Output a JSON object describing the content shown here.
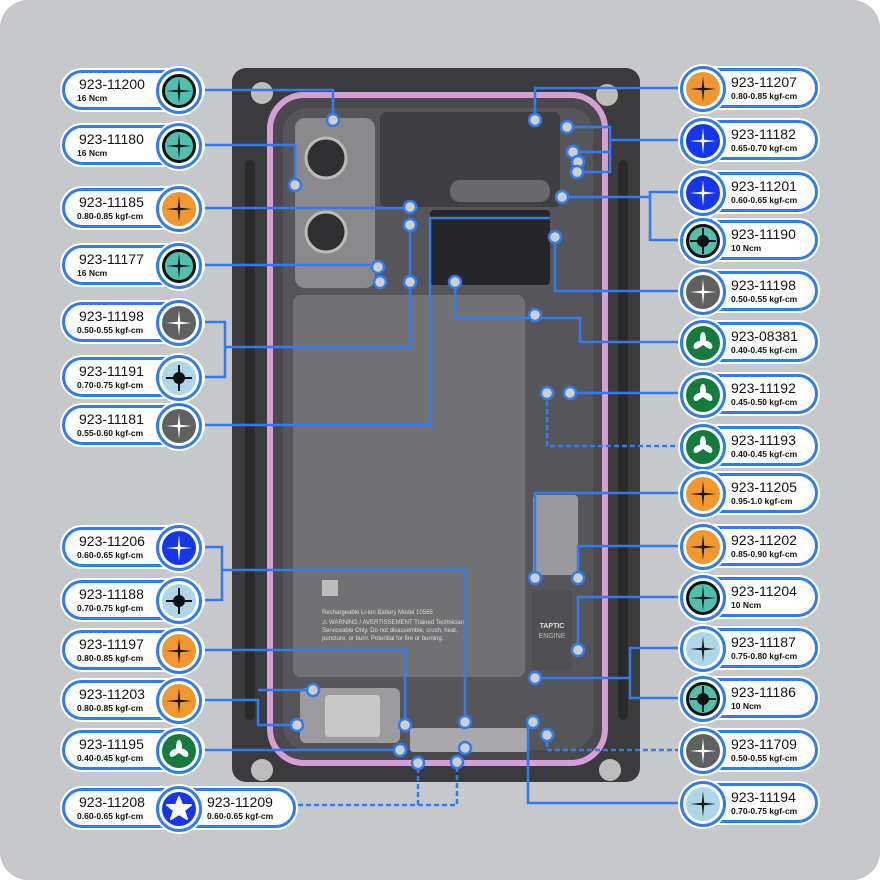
{
  "colors": {
    "teal": "#4fc0ad",
    "orange": "#f0972f",
    "blue": "#1636ee",
    "gray": "#5f6061",
    "lightblue": "#aed6e8",
    "green": "#147b3d",
    "accent": "#2f7cf2"
  },
  "battery": {
    "line1": "Rechargeable Li-ion Battery  Model 10565",
    "line2": "⚠ WARNING / AVERTISSEMENT  Trained Technician",
    "line3": "Serviceable Only. Do not disassemble, crush, heat,",
    "line4": "puncture, or burn. Potential for fire or burning."
  },
  "taptic": {
    "line1": "TAPTIC",
    "line2": "ENGINE"
  },
  "left_labels": [
    {
      "part": "923-11200",
      "torque": "16 Ncm",
      "icon": "phillips",
      "color": "teal",
      "ring": true
    },
    {
      "part": "923-11180",
      "torque": "16 Ncm",
      "icon": "phillips",
      "color": "teal",
      "ring": true
    },
    {
      "part": "923-11185",
      "torque": "0.80-0.85 kgf-cm",
      "icon": "phillips",
      "color": "orange"
    },
    {
      "part": "923-11177",
      "torque": "16 Ncm",
      "icon": "phillips",
      "color": "teal",
      "ring": true
    },
    {
      "part": "923-11198",
      "torque": "0.50-0.55 kgf-cm",
      "icon": "phillips-white",
      "color": "gray"
    },
    {
      "part": "923-11191",
      "torque": "0.70-0.75 kgf-cm",
      "icon": "standoff",
      "color": "lightblue"
    },
    {
      "part": "923-11181",
      "torque": "0.55-0.60 kgf-cm",
      "icon": "phillips-white",
      "color": "gray"
    },
    {
      "part": "923-11206",
      "torque": "0.60-0.65 kgf-cm",
      "icon": "phillips-white",
      "color": "blue"
    },
    {
      "part": "923-11188",
      "torque": "0.70-0.75 kgf-cm",
      "icon": "standoff",
      "color": "lightblue"
    },
    {
      "part": "923-11197",
      "torque": "0.80-0.85 kgf-cm",
      "icon": "phillips",
      "color": "orange"
    },
    {
      "part": "923-11203",
      "torque": "0.80-0.85 kgf-cm",
      "icon": "phillips",
      "color": "orange"
    },
    {
      "part": "923-11195",
      "torque": "0.40-0.45 kgf-cm",
      "icon": "tripoint",
      "color": "green"
    },
    {
      "part": "923-11208",
      "torque": "0.60-0.65 kgf-cm",
      "icon": "pentalobe",
      "color": "blue",
      "part2": "923-11209",
      "torque2": "0.60-0.65 kgf-cm"
    }
  ],
  "right_labels": [
    {
      "part": "923-11207",
      "torque": "0.80-0.85 kgf-cm",
      "icon": "phillips",
      "color": "orange"
    },
    {
      "part": "923-11182",
      "torque": "0.65-0.70 kgf-cm",
      "icon": "phillips-white",
      "color": "blue"
    },
    {
      "part": "923-11201",
      "torque": "0.60-0.65 kgf-cm",
      "icon": "phillips-white",
      "color": "blue"
    },
    {
      "part": "923-11190",
      "torque": "10 Ncm",
      "icon": "standoff",
      "color": "teal",
      "ring": true
    },
    {
      "part": "923-11198",
      "torque": "0.50-0.55 kgf-cm",
      "icon": "phillips-white",
      "color": "gray"
    },
    {
      "part": "923-08381",
      "torque": "0.40-0.45 kgf-cm",
      "icon": "tripoint",
      "color": "green"
    },
    {
      "part": "923-11192",
      "torque": "0.45-0.50 kgf-cm",
      "icon": "tripoint",
      "color": "green"
    },
    {
      "part": "923-11193",
      "torque": "0.40-0.45 kgf-cm",
      "icon": "tripoint",
      "color": "green"
    },
    {
      "part": "923-11205",
      "torque": "0.95-1.0 kgf-cm",
      "icon": "phillips",
      "color": "orange"
    },
    {
      "part": "923-11202",
      "torque": "0.85-0.90 kgf-cm",
      "icon": "phillips",
      "color": "orange"
    },
    {
      "part": "923-11204",
      "torque": "10 Ncm",
      "icon": "phillips",
      "color": "teal",
      "ring": true
    },
    {
      "part": "923-11187",
      "torque": "0.75-0.80 kgf-cm",
      "icon": "phillips",
      "color": "lightblue"
    },
    {
      "part": "923-11186",
      "torque": "10 Ncm",
      "icon": "standoff",
      "color": "teal",
      "ring": true
    },
    {
      "part": "923-11709",
      "torque": "0.50-0.55 kgf-cm",
      "icon": "phillips-white",
      "color": "gray"
    },
    {
      "part": "923-11194",
      "torque": "0.70-0.75 kgf-cm",
      "icon": "phillips",
      "color": "lightblue"
    }
  ]
}
